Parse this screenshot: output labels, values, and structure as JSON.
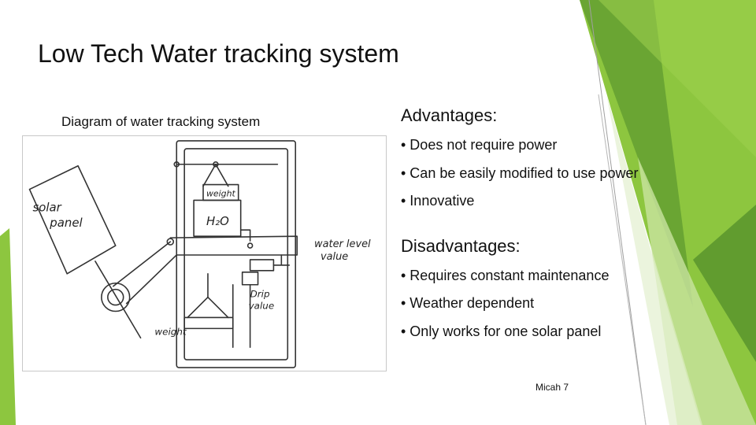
{
  "slide": {
    "title": "Low Tech Water tracking system",
    "diagram_caption": "Diagram of water tracking system",
    "diagram_labels": {
      "solar_panel_1": "solar",
      "solar_panel_2": "panel",
      "weight_top": "weight",
      "h2o": "H₂O",
      "water_level_1": "water level",
      "water_level_2": "value",
      "drip_1": "Drip",
      "drip_2": "value",
      "weight_bottom": "weight"
    },
    "advantages": {
      "heading": "Advantages:",
      "items": [
        "• Does not require power",
        "• Can be easily modified to use power",
        "• Innovative"
      ]
    },
    "disadvantages": {
      "heading": "Disadvantages:",
      "items": [
        "• Requires constant maintenance",
        "• Weather dependent",
        "• Only works for one solar panel"
      ]
    },
    "footer": "Micah 7"
  },
  "theme": {
    "accent_green": "#8dc63f",
    "dark_green": "#5a8a2a",
    "light_green": "#d6e8b5"
  }
}
